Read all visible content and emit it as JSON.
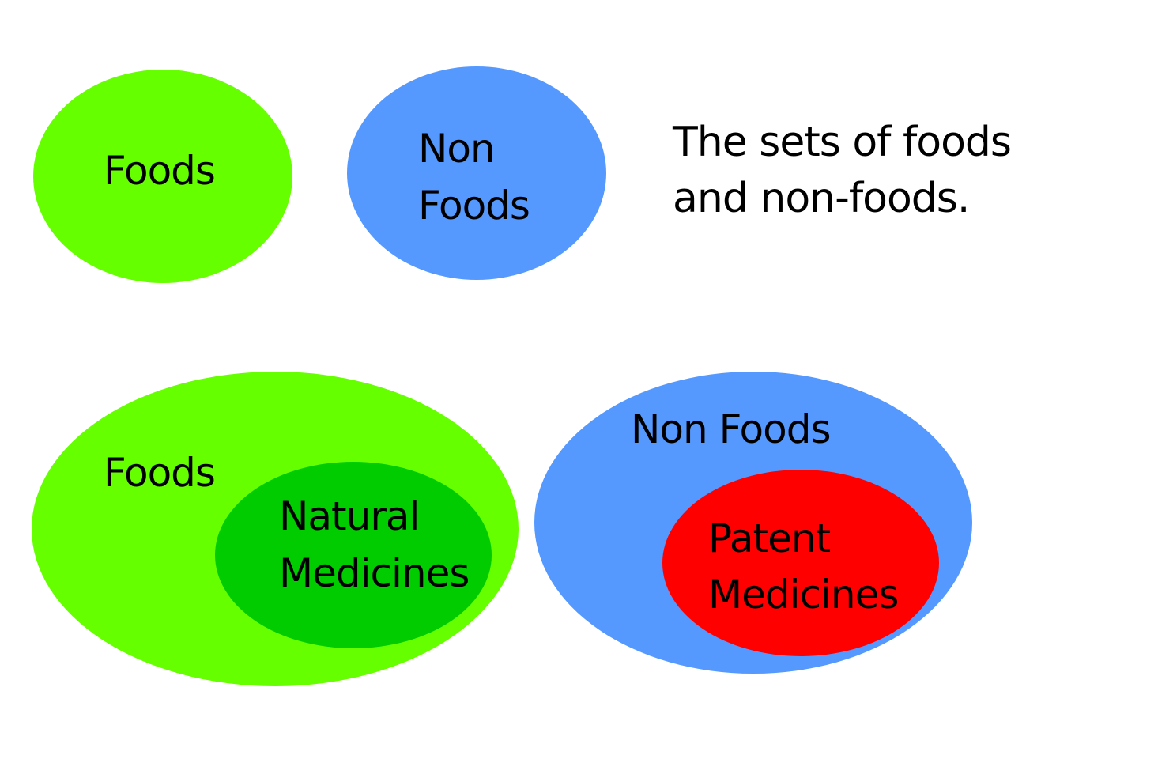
{
  "top": {
    "foods_label": "Foods",
    "nonfoods_line1": "Non",
    "nonfoods_line2": "Foods",
    "caption_line1": "The sets of foods",
    "caption_line2": "and non-foods."
  },
  "bottom": {
    "foods_label": "Foods",
    "natural_line1": "Natural",
    "natural_line2": "Medicines",
    "nonfoods_label": "Non Foods",
    "patent_line1": "Patent",
    "patent_line2": "Medicines"
  },
  "colors": {
    "foods": "#66ff00",
    "natural": "#00cc00",
    "nonfoods": "#5599ff",
    "patent": "#ff0000"
  }
}
